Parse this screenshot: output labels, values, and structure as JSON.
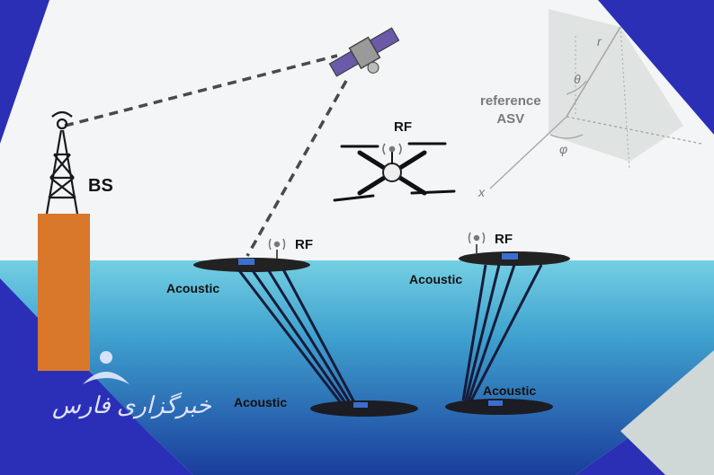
{
  "labels": {
    "base_station": "BS",
    "rf_drone": "RF",
    "rf_left_vehicle": "RF",
    "rf_right_vehicle": "RF",
    "acoustic_left_surface": "Acoustic",
    "acoustic_right_surface": "Acoustic",
    "acoustic_left_underwater": "Acoustic",
    "acoustic_right_underwater": "Acoustic"
  },
  "inset": {
    "reference_line1": "reference",
    "reference_line2": "ASV",
    "symbol_r": "r",
    "symbol_theta": "θ",
    "symbol_phi": "φ",
    "symbol_x": "x"
  },
  "watermark": {
    "text": "خبرگزاری فارس"
  },
  "colors": {
    "frame_blue": "#2a2fb5",
    "sky": "#f3f5f7",
    "sea_top": "#6ecbe0",
    "sea_bottom": "#1d4fa8",
    "tower_body": "#d9782a"
  },
  "icons": [
    "cell-tower-icon",
    "satellite-icon",
    "drone-icon",
    "antenna-icon",
    "underwater-vehicle-icon"
  ]
}
